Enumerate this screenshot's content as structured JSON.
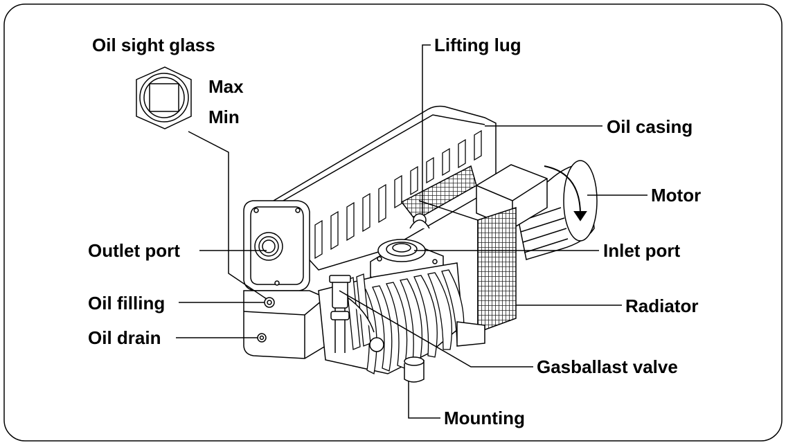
{
  "sight_glass": {
    "title": "Oil sight glass",
    "max": "Max",
    "min": "Min"
  },
  "labels": {
    "lifting_lug": "Lifting lug",
    "oil_casing": "Oil casing",
    "motor": "Motor",
    "outlet_port": "Outlet port",
    "inlet_port": "Inlet port",
    "oil_filling": "Oil filling",
    "radiator": "Radiator",
    "oil_drain": "Oil drain",
    "gasballast_valve": "Gasballast valve",
    "mounting": "Mounting"
  },
  "colors": {
    "line": "#000000",
    "background": "#ffffff",
    "fin": "#333333"
  }
}
